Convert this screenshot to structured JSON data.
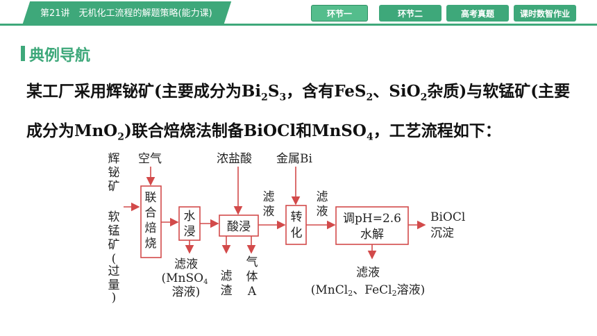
{
  "header": {
    "lesson_title": "第21讲　无机化工流程的解题策略(能力课)",
    "nav": [
      {
        "label": "环节一",
        "active": true
      },
      {
        "label": "环节二",
        "active": false
      },
      {
        "label": "高考真题",
        "active": false
      },
      {
        "label": "课时数智作业",
        "active": false
      }
    ]
  },
  "section": {
    "title": "典例导航"
  },
  "question": {
    "line1_a": "某工厂采用辉铋矿(主要成分为Bi",
    "sub1": "2",
    "line1_b": "S",
    "sub2": "3",
    "line1_c": "，含有FeS",
    "sub3": "2",
    "line1_d": "、SiO",
    "sub4": "2",
    "line1_e": "杂质)与软锰矿(主要成分为MnO",
    "sub5": "2",
    "line1_f": ")联合焙烧法制备BiOCl和MnSO",
    "sub6": "4",
    "line1_g": "，工艺流程如下："
  },
  "flow": {
    "raw1": [
      "辉",
      "铋",
      "矿"
    ],
    "raw2": [
      "软",
      "锰",
      "矿",
      "(",
      "过",
      "量",
      ")"
    ],
    "air": "空气",
    "roast": [
      "联",
      "合",
      "焙",
      "烧"
    ],
    "water_leach": [
      "水",
      "浸"
    ],
    "filtrate1": [
      "滤液",
      "(MnSO",
      "4",
      "溶液)"
    ],
    "acid": "浓盐酸",
    "acid_leach": "酸浸",
    "residue": [
      "滤",
      "渣"
    ],
    "gas": [
      "气",
      "体",
      "A"
    ],
    "liquid1": [
      "滤",
      "液"
    ],
    "metal": "金属Bi",
    "convert": [
      "转",
      "化"
    ],
    "liquid2": [
      "滤",
      "液"
    ],
    "hydrolysis": [
      "调pH=2.6",
      "水解"
    ],
    "product": [
      "BiOCl",
      "沉淀"
    ],
    "filtrate2": [
      "滤液",
      "(MnCl",
      "2",
      "、FeCl",
      "2",
      "溶液)"
    ]
  }
}
